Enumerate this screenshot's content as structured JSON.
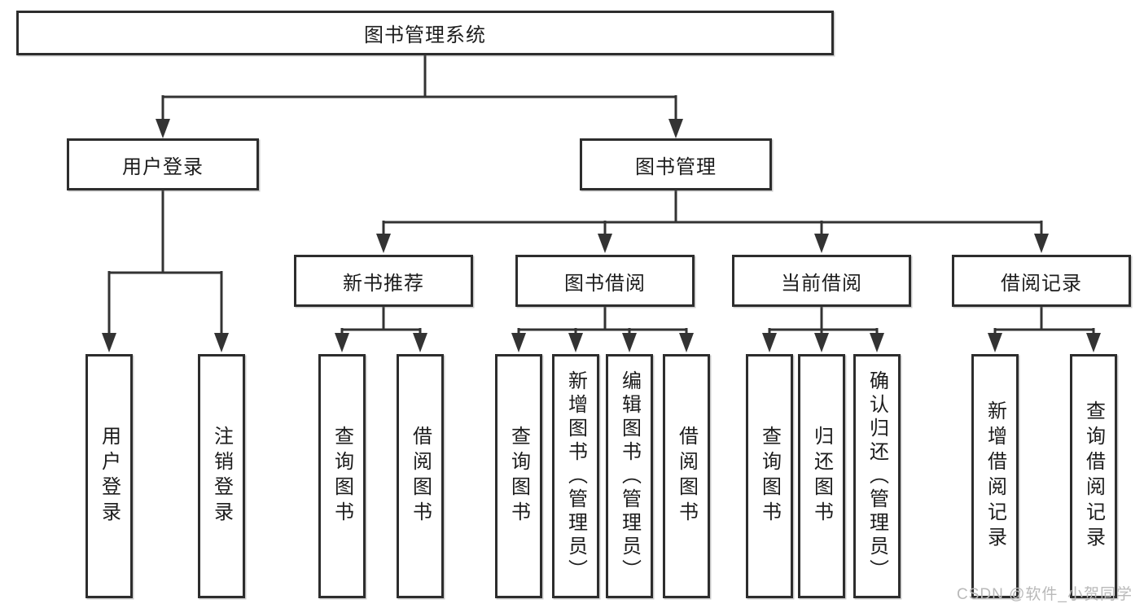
{
  "diagram": {
    "type": "function-structure-tree",
    "title": "图书管理系统"
  },
  "nodes": {
    "root": {
      "label": "图书管理系统"
    },
    "user_login": {
      "label": "用户登录"
    },
    "book_management": {
      "label": "图书管理"
    },
    "new_book_recommend": {
      "label": "新书推荐"
    },
    "book_borrowing": {
      "label": "图书借阅"
    },
    "current_borrowing": {
      "label": "当前借阅"
    },
    "borrowing_records": {
      "label": "借阅记录"
    },
    "leaf_user_login": {
      "label": "用户登录"
    },
    "leaf_logout": {
      "label": "注销登录"
    },
    "leaf_query_books_recommend": {
      "label": "查询图书"
    },
    "leaf_borrow_books_recommend": {
      "label": "借阅图书"
    },
    "leaf_query_books_borrowing": {
      "label": "查询图书"
    },
    "leaf_add_books_admin": {
      "label": "新增图书（管理员）"
    },
    "leaf_edit_books_admin": {
      "label": "编辑图书（管理员）"
    },
    "leaf_borrow_books_borrowing": {
      "label": "借阅图书"
    },
    "leaf_query_books_current": {
      "label": "查询图书"
    },
    "leaf_return_books": {
      "label": "归还图书"
    },
    "leaf_confirm_return_admin": {
      "label": "确认归还（管理员）"
    },
    "leaf_add_borrow_record": {
      "label": "新增借阅记录"
    },
    "leaf_query_borrow_record": {
      "label": "查询借阅记录"
    }
  },
  "edges": [
    {
      "from": "root",
      "to": [
        "user_login",
        "book_management"
      ]
    },
    {
      "from": "user_login",
      "to": [
        "leaf_user_login",
        "leaf_logout"
      ]
    },
    {
      "from": "book_management",
      "to": [
        "new_book_recommend",
        "book_borrowing",
        "current_borrowing",
        "borrowing_records"
      ]
    },
    {
      "from": "new_book_recommend",
      "to": [
        "leaf_query_books_recommend",
        "leaf_borrow_books_recommend"
      ]
    },
    {
      "from": "book_borrowing",
      "to": [
        "leaf_query_books_borrowing",
        "leaf_add_books_admin",
        "leaf_edit_books_admin",
        "leaf_borrow_books_borrowing"
      ]
    },
    {
      "from": "current_borrowing",
      "to": [
        "leaf_query_books_current",
        "leaf_return_books",
        "leaf_confirm_return_admin"
      ]
    },
    {
      "from": "borrowing_records",
      "to": [
        "leaf_add_borrow_record",
        "leaf_query_borrow_record"
      ]
    }
  ],
  "watermark": {
    "text": "CSDN @软件_小贺同学"
  },
  "colors": {
    "line": "#333333",
    "box_border": "#2d2d2d",
    "text": "#1c1c1c",
    "watermark": "#b9b9b9",
    "background": "#ffffff"
  }
}
